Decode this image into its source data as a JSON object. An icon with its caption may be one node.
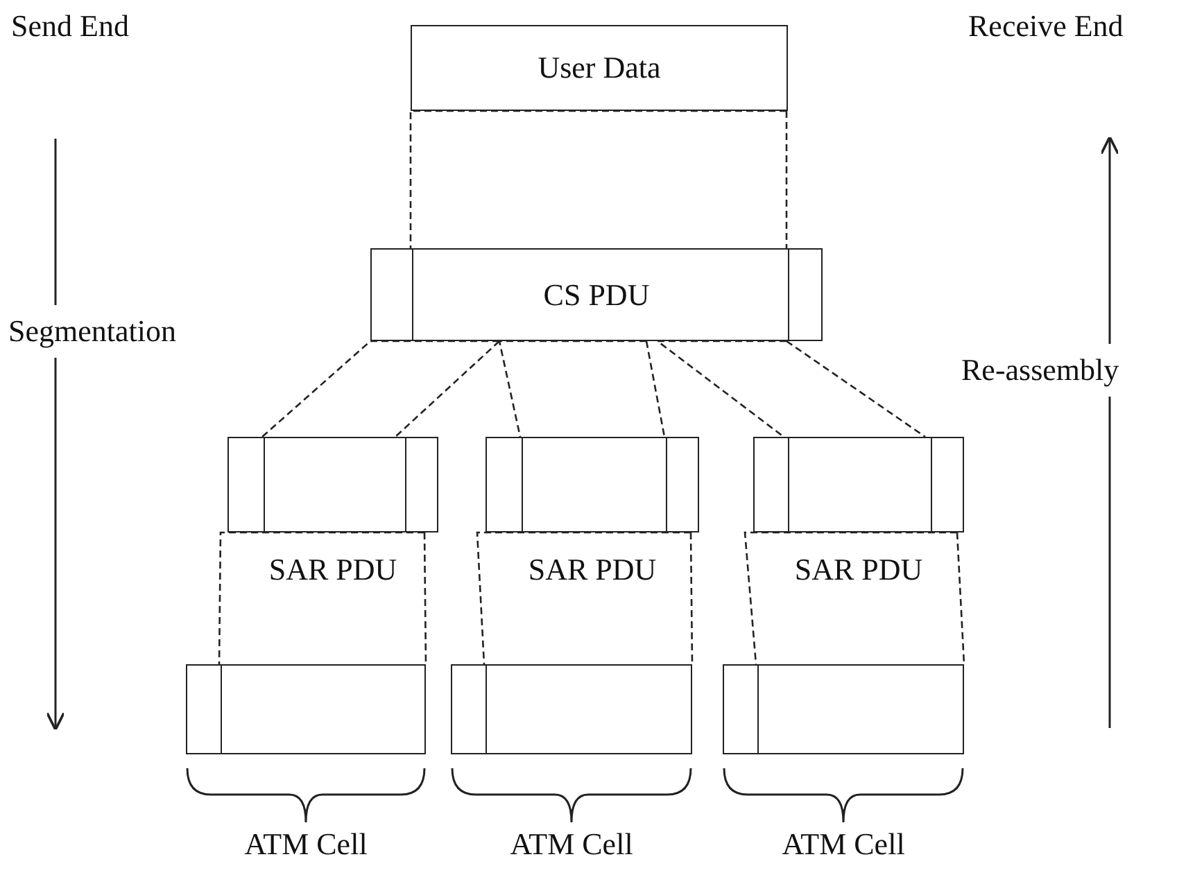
{
  "diagram": {
    "nodes": [
      {
        "text": [
          "User Data"
        ]
      },
      {
        "text": [
          "CS PDU"
        ]
      },
      {
        "text": [
          "SAR PDU"
        ]
      },
      {
        "text": [
          "SAR PDU"
        ]
      },
      {
        "text": [
          "SAR PDU"
        ]
      },
      {
        "text": [],
        "shape": "box",
        "beside": [
          "ATM Cell"
        ]
      },
      {
        "text": [],
        "shape": "box",
        "beside": [
          "ATM Cell"
        ]
      },
      {
        "text": [],
        "shape": "box",
        "beside": [
          "ATM Cell"
        ]
      }
    ],
    "edges": [
      {
        "from": 0,
        "to": 1,
        "arrow": "none",
        "style": "dashed"
      },
      {
        "from": 1,
        "to": 2,
        "arrow": "none",
        "style": "dashed"
      },
      {
        "from": 1,
        "to": 3,
        "arrow": "none",
        "style": "dashed"
      },
      {
        "from": 1,
        "to": 4,
        "arrow": "none",
        "style": "dashed"
      },
      {
        "from": 2,
        "to": 5,
        "arrow": "none",
        "style": "dashed"
      },
      {
        "from": 3,
        "to": 6,
        "arrow": "none",
        "style": "dashed"
      },
      {
        "from": 4,
        "to": 7,
        "arrow": "none",
        "style": "dashed"
      }
    ],
    "labels": [
      "Send End",
      "Receive End",
      "Segmentation",
      "Re-assembly"
    ]
  }
}
